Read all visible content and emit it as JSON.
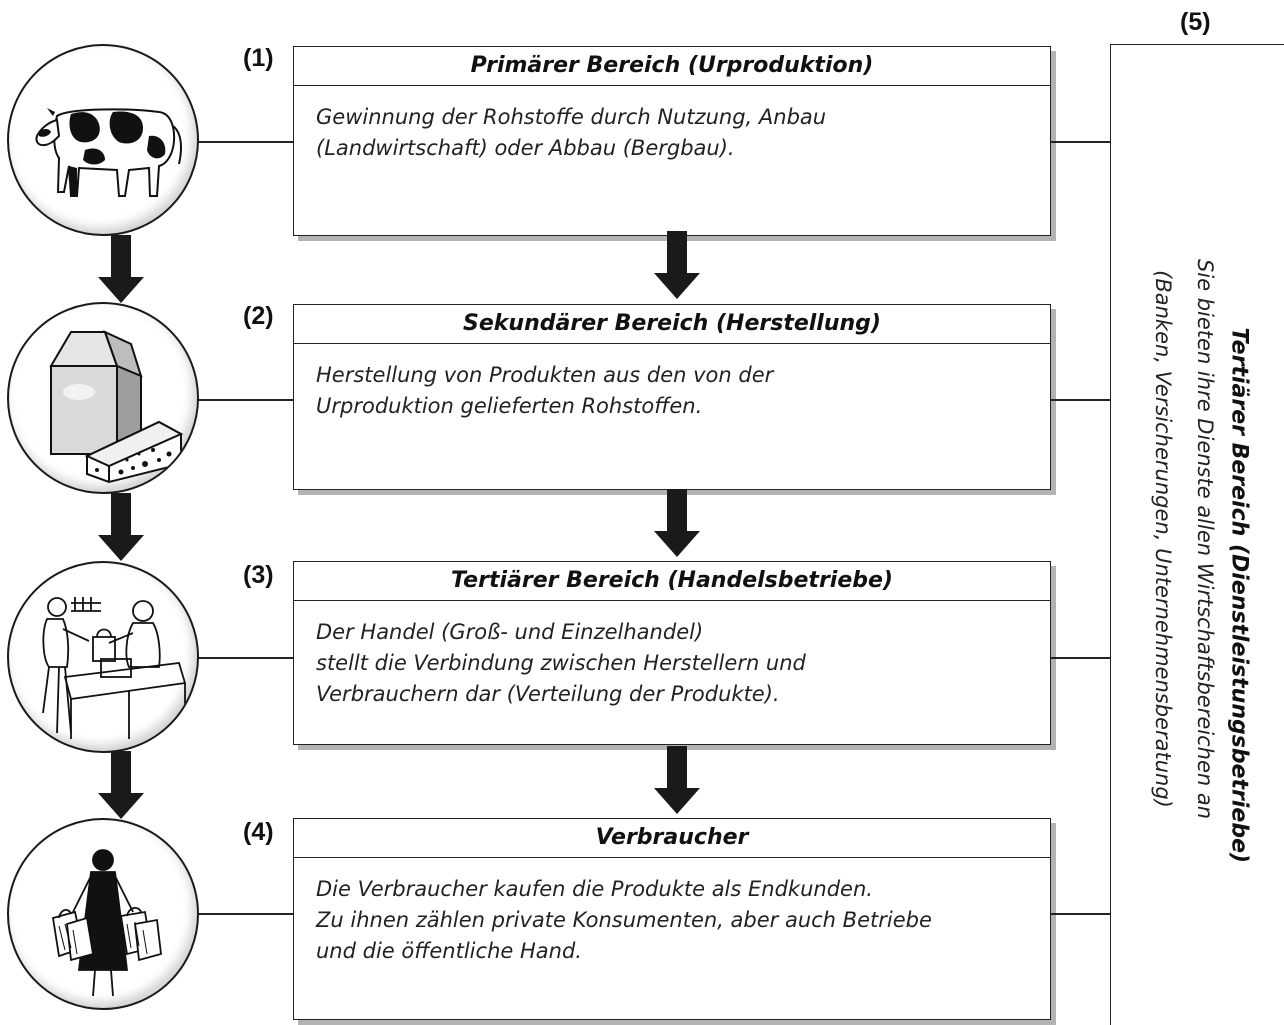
{
  "stages": [
    {
      "number": "(1)",
      "title": "Primärer Bereich (Urproduktion)",
      "text": "Gewinnung der Rohstoffe durch Nutzung, Anbau\n(Landwirtschaft) oder Abbau (Bergbau).",
      "image": "cow-icon"
    },
    {
      "number": "(2)",
      "title": "Sekundärer Bereich (Herstellung)",
      "text": "Herstellung von Produkten aus den von der\nUrproduktion gelieferten Rohstoffen.",
      "image": "milk-carton-cheese-icon"
    },
    {
      "number": "(3)",
      "title": "Tertiärer Bereich (Handelsbetriebe)",
      "text": "Der Handel (Groß- und Einzelhandel)\nstellt die Verbindung zwischen Herstellern und\nVerbrauchern dar (Verteilung der Produkte).",
      "image": "shop-counter-icon"
    },
    {
      "number": "(4)",
      "title": "Verbraucher",
      "text": "Die Verbraucher kaufen die Produkte als Endkunden.\nZu ihnen zählen private Konsumenten, aber auch Betriebe\nund die öffentliche Hand.",
      "image": "shopper-icon"
    }
  ],
  "service_sector": {
    "number": "(5)",
    "title": "Tertiärer Bereich (Dienstleistungsbetriebe)",
    "text_line1": "Sie bieten ihre Dienste allen Wirtschaftsbereichen an",
    "text_line2": "(Banken, Versicherungen, Unternehmensberatung)"
  },
  "colors": {
    "line": "#222222",
    "arrow": "#1a1a1a",
    "shadow": "#b3b3b3"
  }
}
